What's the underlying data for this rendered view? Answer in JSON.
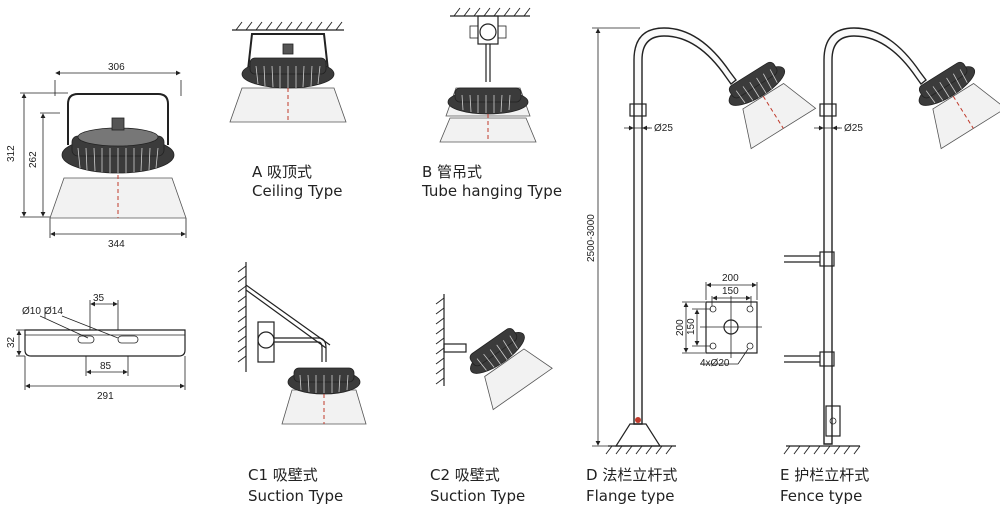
{
  "dimensions": {
    "top_width": "306",
    "height_overall": "312",
    "height_body": "262",
    "bottom_width": "344",
    "hole_small": "Ø10",
    "hole_large": "Ø14",
    "hole_spacing": "35",
    "bracket_height": "32",
    "slot_spacing": "85",
    "bracket_length": "291",
    "pole_height": "2500-3000",
    "pole_diameter_d": "Ø25",
    "pole_diameter_e": "Ø25",
    "flange_outer_w": "200",
    "flange_inner_w": "150",
    "flange_outer_h": "200",
    "flange_inner_h": "150",
    "flange_holes": "4xØ20"
  },
  "captions": {
    "a_cn": "A 吸顶式",
    "a_en": "Ceiling  Type",
    "b_cn": "B 管吊式",
    "b_en": "Tube hanging Type",
    "c1_cn": "C1 吸壁式",
    "c1_en": "Suction Type",
    "c2_cn": "C2 吸壁式",
    "c2_en": "Suction Type",
    "d_cn": "D 法栏立杆式",
    "d_en": "Flange type",
    "e_cn": "E 护栏立杆式",
    "e_en": "Fence type"
  }
}
